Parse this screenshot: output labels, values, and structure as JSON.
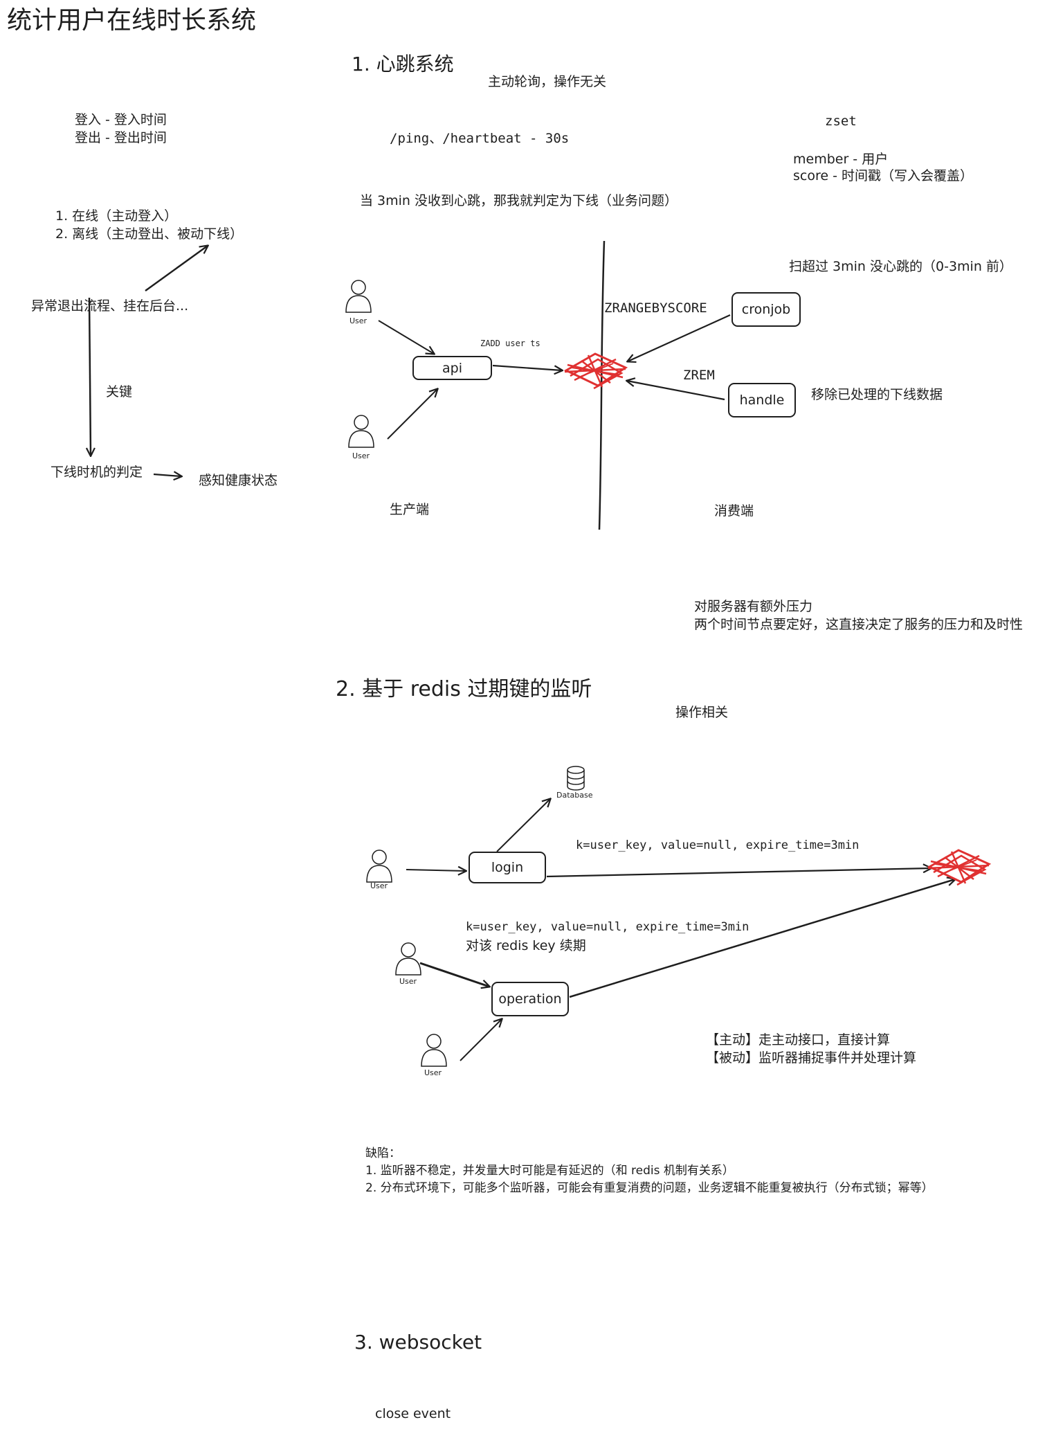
{
  "title": "统计用户在线时长系统",
  "left": {
    "login_line": "登入 - 登入时间",
    "logout_line": "登出 - 登出时间",
    "state1": "1. 在线（主动登入）",
    "state2": "2. 离线（主动登出、被动下线）",
    "abnormal": "异常退出流程、挂在后台...",
    "key": "关键",
    "judge": "下线时机的判定",
    "sense": "感知健康状态"
  },
  "s1": {
    "heading": "1. 心跳系统",
    "subtitle": "主动轮询，操作无关",
    "ping": "/ping、/heartbeat - 30s",
    "rule": "当 3min 没收到心跳，那我就判定为下线（业务问题）",
    "zset": "zset",
    "member": "member - 用户",
    "score": "score - 时间戳（写入会覆盖）",
    "scan": "扫超过 3min 没心跳的（0-3min 前）",
    "zrange": "ZRANGEBYSCORE",
    "zrem": "ZREM",
    "zadd": "ZADD user ts",
    "api": "api",
    "cronjob": "cronjob",
    "handle": "handle",
    "remove_desc": "移除已处理的下线数据",
    "producer": "生产端",
    "consumer": "消费端",
    "pressure1": "对服务器有额外压力",
    "pressure2": "两个时间节点要定好，这直接决定了服务的压力和及时性",
    "user": "User"
  },
  "s2": {
    "heading": "2. 基于 redis 过期键的监听",
    "subtitle": "操作相关",
    "database": "Database",
    "login": "login",
    "operation": "operation",
    "expire1": "k=user_key, value=null, expire_time=3min",
    "expire2": "k=user_key, value=null, expire_time=3min",
    "renew": "对该 redis key 续期",
    "active": "【主动】走主动接口，直接计算",
    "passive": "【被动】监听器捕捉事件并处理计算",
    "user": "User",
    "defects_title": "缺陷：",
    "defect1": "1. 监听器不稳定，并发量大时可能是有延迟的（和 redis 机制有关系）",
    "defect2": "2. 分布式环境下，可能多个监听器，可能会有重复消费的问题，业务逻辑不能重复被执行（分布式锁；幂等）"
  },
  "s3": {
    "heading": "3. websocket",
    "close_event": "close event"
  },
  "colors": {
    "ink": "#1e1e1e",
    "redis": "#e03131"
  }
}
